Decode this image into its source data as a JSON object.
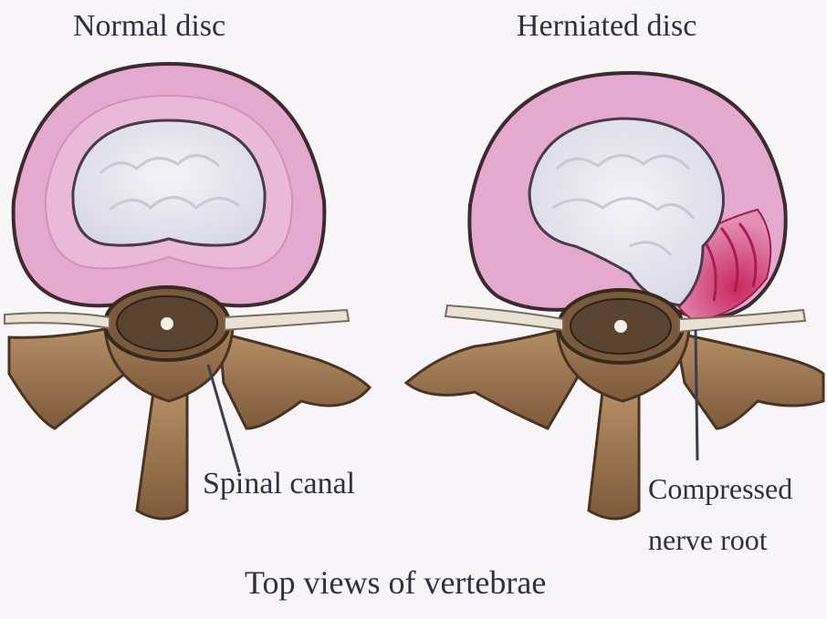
{
  "labels": {
    "normal_disc": "Normal disc",
    "herniated_disc": "Herniated disc",
    "spinal_canal": "Spinal canal",
    "compressed_line1": "Compressed",
    "compressed_line2": "nerve root",
    "caption": "Top views of vertebrae"
  },
  "colors": {
    "background": "#f7f5f8",
    "annulus": "#e4a9cf",
    "nucleus": "#e9e9f1",
    "bone": "#9b7451",
    "bone_dark": "#5e4330",
    "herniation": "#d23a6e",
    "text": "#2f3140"
  }
}
